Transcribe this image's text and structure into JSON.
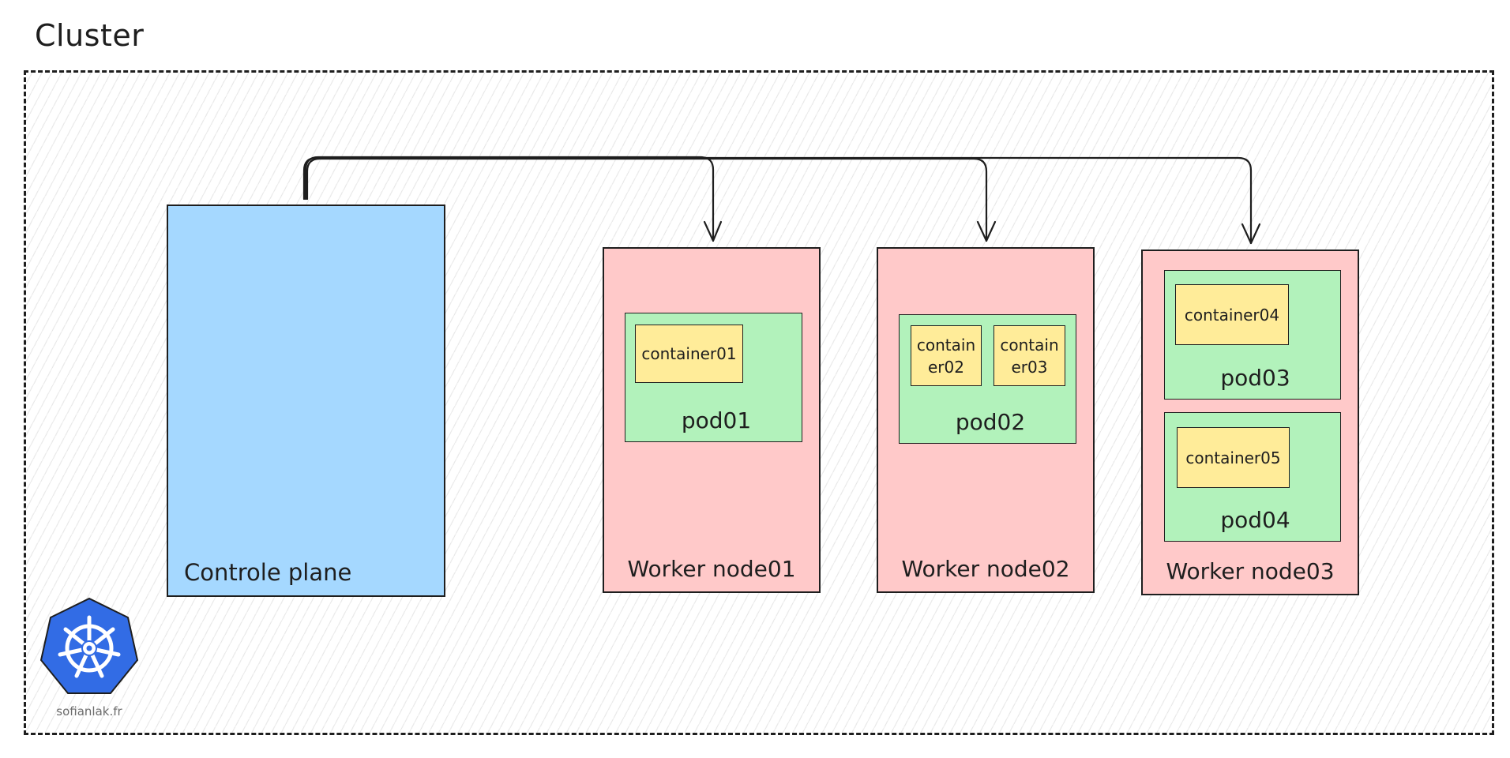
{
  "cluster": {
    "title": "Cluster"
  },
  "control_plane": {
    "label": "Controle plane"
  },
  "worker_nodes": [
    {
      "label": "Worker node01",
      "pods": [
        {
          "label": "pod01",
          "containers": [
            "container01"
          ]
        }
      ]
    },
    {
      "label": "Worker node02",
      "pods": [
        {
          "label": "pod02",
          "containers": [
            "container02",
            "container03"
          ]
        }
      ]
    },
    {
      "label": "Worker node03",
      "pods": [
        {
          "label": "pod03",
          "containers": [
            "container04"
          ]
        },
        {
          "label": "pod04",
          "containers": [
            "container05"
          ]
        }
      ]
    }
  ],
  "watermark": "sofianlak.fr",
  "logo_icon": "kubernetes-helm-icon",
  "colors": {
    "control_plane_fill": "#a5d8ff",
    "node_fill": "#ffc9c9",
    "pod_fill": "#b2f2bb",
    "container_fill": "#ffec99",
    "logo_fill": "#326ce5",
    "stroke": "#1e1e1e"
  }
}
